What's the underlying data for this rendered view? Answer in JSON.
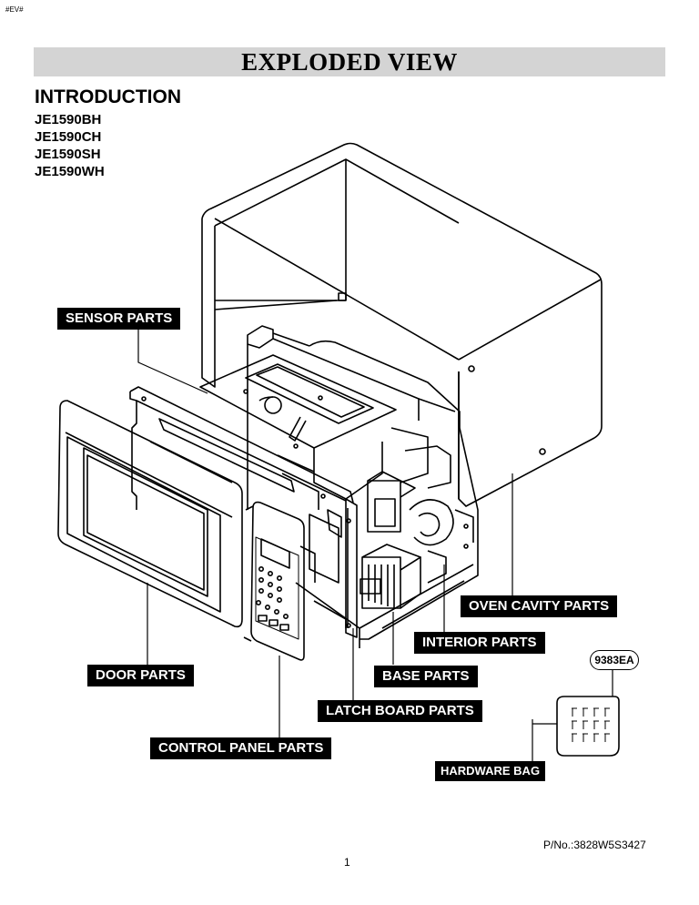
{
  "doc_id": "#EV#",
  "title": "EXPLODED VIEW",
  "intro_heading": "INTRODUCTION",
  "models": [
    "JE1590BH",
    "JE1590CH",
    "JE1590SH",
    "JE1590WH"
  ],
  "labels": {
    "sensor": "SENSOR PARTS",
    "oven_cavity": "OVEN CAVITY PARTS",
    "interior": "INTERIOR PARTS",
    "door": "DOOR PARTS",
    "base": "BASE PARTS",
    "latch_board": "LATCH BOARD PARTS",
    "control_panel": "CONTROL PANEL PARTS",
    "hardware_bag": "HARDWARE BAG"
  },
  "hardware_code": "9383EA",
  "part_no": "P/No.:3828W5S3427",
  "page_number": "1"
}
